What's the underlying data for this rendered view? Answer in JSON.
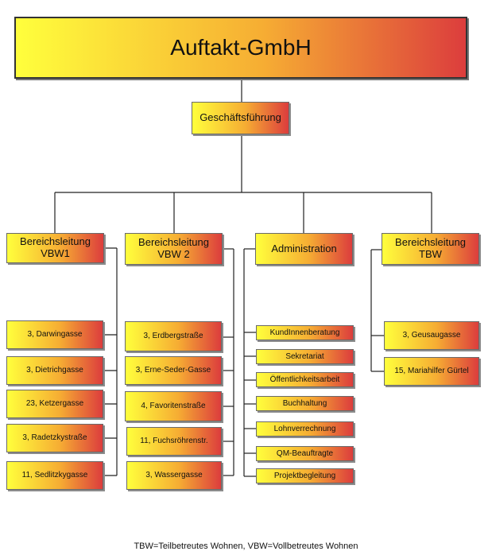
{
  "company": "Auftakt-GmbH",
  "management": "Geschäftsführung",
  "divisions": [
    {
      "title": "Bereichsleitung\nVBW1",
      "units": [
        "3, Darwingasse",
        "3, Dietrichgasse",
        "23, Ketzergasse",
        "3, Radetzkystraße",
        "11, Sedlitzkygasse"
      ]
    },
    {
      "title": "Bereichsleitung\nVBW 2",
      "units": [
        "3, Erdbergstraße",
        "3, Erne-Seder-Gasse",
        "4, Favoritenstraße",
        "11, Fuchsröhrenstr.",
        "3, Wassergasse"
      ]
    },
    {
      "title": "Administration",
      "units": [
        "KundInnenberatung",
        "Sekretariat",
        "Öffentlichkeitsarbeit",
        "Buchhaltung",
        "Lohnverrechnung",
        "QM-Beauftragte",
        "Projektbegleitung"
      ]
    },
    {
      "title": "Bereichsleitung\nTBW",
      "units": [
        "3, Geusaugasse",
        "15, Mariahilfer Gürtel"
      ]
    }
  ],
  "footnote": "TBW=Teilbetreutes Wohnen, VBW=Vollbetreutes Wohnen"
}
